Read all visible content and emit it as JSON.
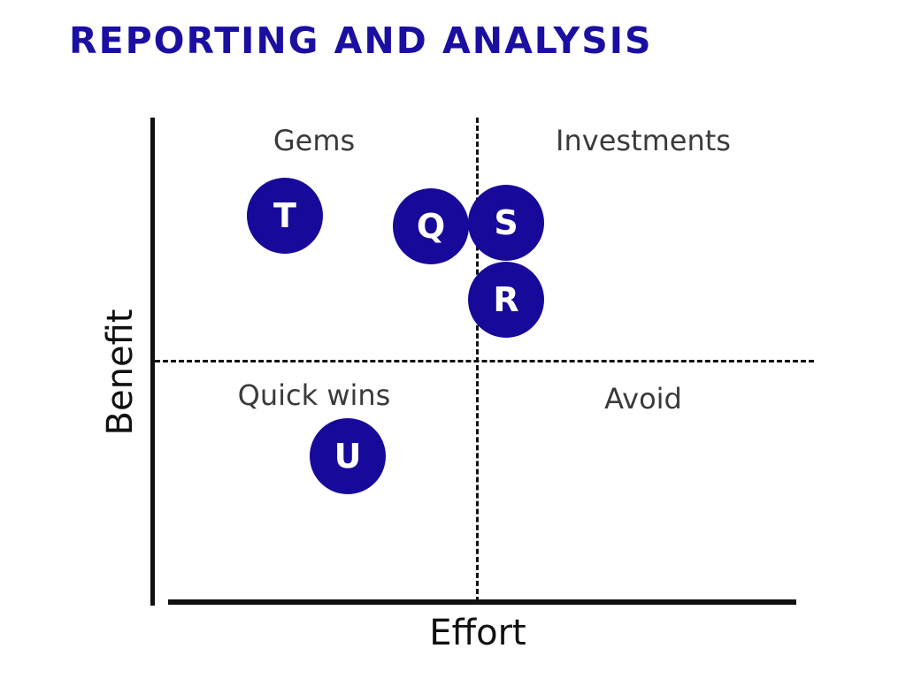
{
  "title": "REPORTING AND ANALYSIS",
  "axes": {
    "x_label": "Effort",
    "y_label": "Benefit"
  },
  "quadrants": {
    "top_left": "Gems",
    "top_right": "Investments",
    "bottom_left": "Quick wins",
    "bottom_right": "Avoid"
  },
  "markers": [
    "T",
    "Q",
    "S",
    "R",
    "U"
  ],
  "colors": {
    "title": "#1a0fa0",
    "marker": "#17099a",
    "marker_text": "#ffffff",
    "axis": "#111111"
  }
}
